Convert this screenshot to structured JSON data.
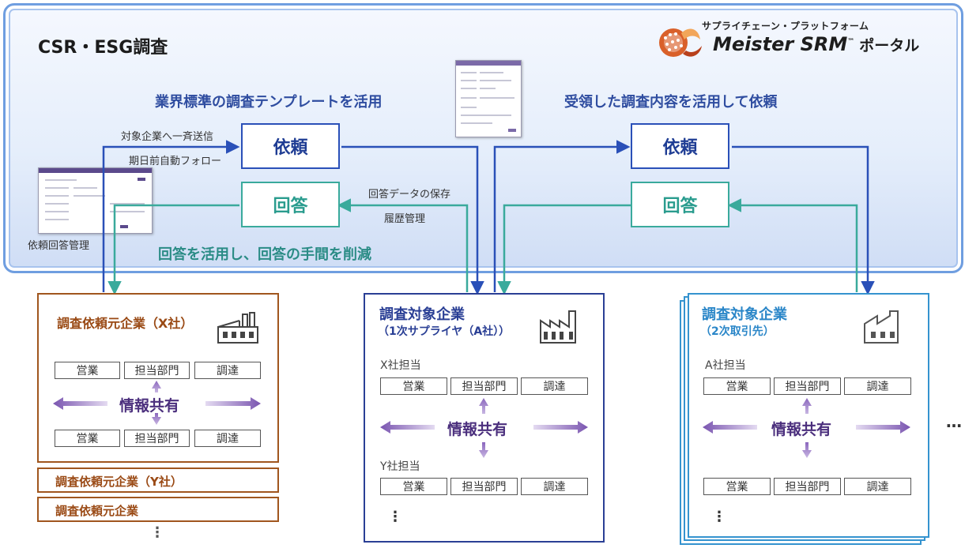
{
  "portal": {
    "title": "CSR・ESG調査",
    "brand_sub": "サプライチェーン・プラットフォーム",
    "brand_name": "Meister SRM",
    "brand_tm": "™",
    "brand_suffix": "ポータル",
    "heading_left": "業界標準の調査テンプレートを活用",
    "heading_right": "受領した調査内容を活用して依頼",
    "bottom_text": "回答を活用し、回答の手間を削減",
    "left_send_label": "対象企業へ一斉送信",
    "left_follow_label": "期日前自動フォロー",
    "data_save_label": "回答データの保存",
    "history_label": "履歴管理",
    "thumb_label": "依頼回答管理",
    "request_label": "依頼",
    "answer_label": "回答"
  },
  "requester": {
    "title_x": "調査依頼元企業（X社）",
    "title_y": "調査依頼元企業（Y社）",
    "title_generic": "調査依頼元企業",
    "share_label": "情報共有",
    "dots": "⋮"
  },
  "tier1": {
    "title": "調査対象企業",
    "subtitle": "（1次サプライヤ（A社））",
    "x_contact": "X社担当",
    "y_contact": "Y社担当",
    "share_label": "情報共有",
    "dots": "⋮"
  },
  "tier2": {
    "title": "調査対象企業",
    "subtitle": "（2次取引先）",
    "a_contact": "A社担当",
    "share_label": "情報共有",
    "dots": "⋮",
    "more_dots": "…"
  },
  "depts": [
    "営業",
    "担当部門",
    "調達"
  ],
  "colors": {
    "request_blue": "#2a50b8",
    "answer_teal": "#3aaa9c",
    "requester_brown": "#a0561e",
    "tier1_navy": "#2a3f95",
    "tier2_blue": "#3593cf",
    "share_purple": "#8f6fbf"
  },
  "icons": [
    "factory-icon",
    "brand-logo-icon"
  ]
}
